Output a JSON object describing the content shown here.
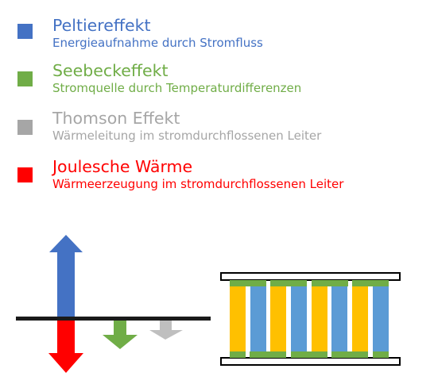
{
  "legend": [
    {
      "title": "Peltiereffekt",
      "subtitle": "Energieaufnahme durch Stromfluss",
      "color": "#4472c4"
    },
    {
      "title": "Seebeckeffekt",
      "subtitle": "Stromquelle durch Temperaturdifferenzen",
      "color": "#70ad47"
    },
    {
      "title": "Thomson Effekt",
      "subtitle": "Wärmeleitung im stromdurchflossenen Leiter",
      "color": "#a6a6a6"
    },
    {
      "title": "Joulesche Wärme",
      "subtitle": "Wärmeerzeugung im stromdurchflossenen Leiter",
      "color": "#ff0000"
    }
  ],
  "colors": {
    "baseline": "#1a1a1a",
    "up_arrow": "#4472c4",
    "down_arrow": "#ff0000",
    "green_arrow": "#70ad47",
    "gray_arrow": "#bfbfbf",
    "pellet_n": "#ffc000",
    "pellet_p": "#5b9bd5",
    "contact": "#70ad47",
    "plate": "#ffffff",
    "plate_border": "#000000"
  }
}
